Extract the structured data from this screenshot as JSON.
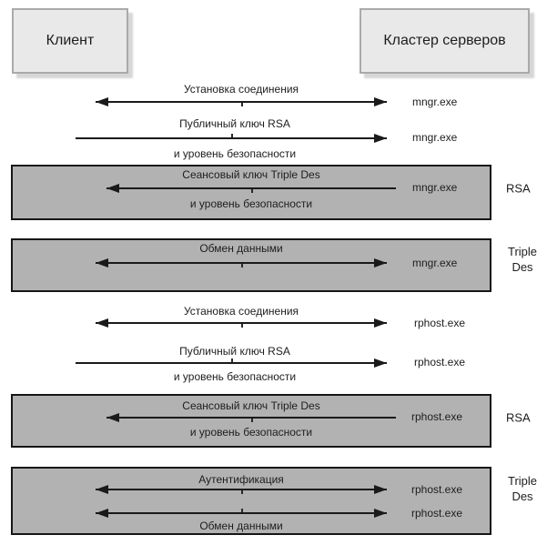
{
  "title_boxes": {
    "client": "Клиент",
    "server": "Кластер серверов"
  },
  "colors": {
    "node_fill": "#e9e9e9",
    "node_border": "#aaaaaa",
    "band_fill": "#b2b2b2",
    "band_border": "#161616",
    "arrow": "#1a1a1a",
    "text": "#1d1d1d"
  },
  "rows": [
    {
      "label": "Установка соединения",
      "process": "mngr.exe",
      "arrow": "both"
    },
    {
      "label": "Публичный ключ RSA",
      "sublabel": "и уровень безопасности",
      "process": "mngr.exe",
      "arrow": "right"
    },
    {
      "band": true,
      "label": "Сеансовый ключ Triple Des",
      "sublabel": "и уровень безопасности",
      "process": "mngr.exe",
      "arrow": "left",
      "protocol": "RSA"
    },
    {
      "band": true,
      "label": "Обмен данными",
      "process": "mngr.exe",
      "arrow": "both",
      "protocol": "Triple Des"
    },
    {
      "label": "Установка соединения",
      "process": "rphost.exe",
      "arrow": "both"
    },
    {
      "label": "Публичный ключ RSA",
      "sublabel": "и уровень безопасности",
      "process": "rphost.exe",
      "arrow": "right"
    },
    {
      "band": true,
      "label": "Сеансовый ключ Triple Des",
      "sublabel": "и уровень безопасности",
      "process": "rphost.exe",
      "arrow": "left",
      "protocol": "RSA"
    },
    {
      "band": true,
      "protocol": "Triple Des",
      "messages": [
        {
          "label": "Аутентификация",
          "process": "rphost.exe",
          "arrow": "both"
        },
        {
          "label": "Обмен данными",
          "process": "rphost.exe",
          "arrow": "both"
        }
      ]
    }
  ]
}
